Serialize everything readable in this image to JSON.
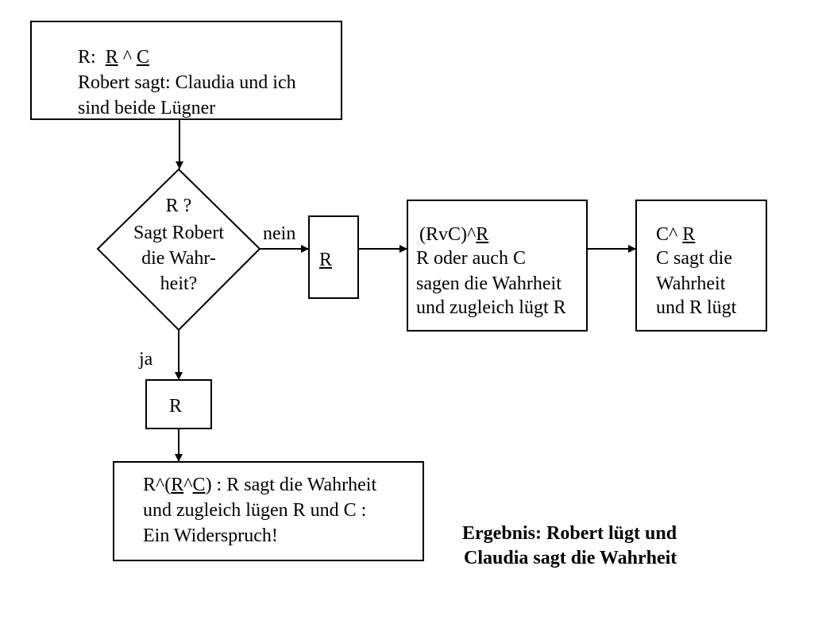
{
  "start": {
    "line1_prefix": "R:",
    "line1_r": "R",
    "line1_op": "^",
    "line1_c": "C",
    "line2": "Robert sagt: Claudia und ich",
    "line3": "sind beide Lügner"
  },
  "decision": {
    "line1": "R ?",
    "line2": "Sagt Robert",
    "line3": "die Wahr-",
    "line4": "heit?"
  },
  "labels": {
    "no": "nein",
    "yes": "ja"
  },
  "no_branch": {
    "r_box": "R",
    "combo": {
      "line1_expr": "(RvC)^",
      "line1_r": "R",
      "line2": "R oder auch C",
      "line3": "sagen die Wahrheit",
      "line4": "und zugleich lügt R"
    },
    "final": {
      "line1_expr": "C^ ",
      "line1_r": "R",
      "line2": "C sagt die",
      "line3": "Wahrheit",
      "line4": "und R lügt"
    }
  },
  "yes_branch": {
    "r_box": "R",
    "contradiction": {
      "expr_a": "R^(",
      "expr_r": "R",
      "expr_op": "^",
      "expr_c": "C",
      "expr_b": ") : R sagt die Wahrheit",
      "line2": "und zugleich lügen R und C :",
      "line3": "Ein Widerspruch!"
    }
  },
  "result": {
    "line1": "Ergebnis: Robert lügt und",
    "line2": "Claudia sagt die Wahrheit"
  }
}
